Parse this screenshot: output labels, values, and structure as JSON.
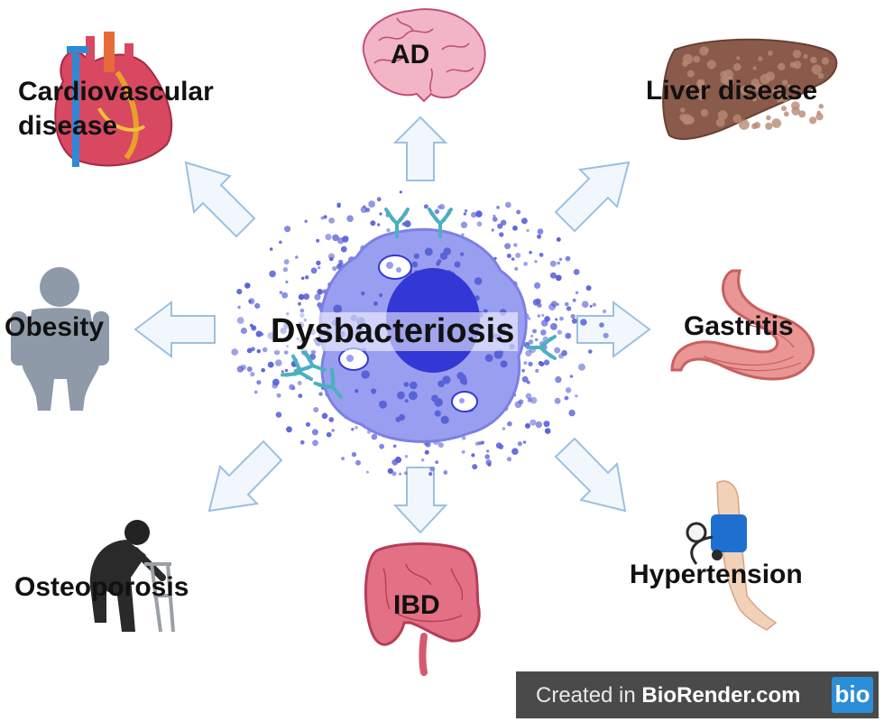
{
  "center": {
    "label": "Dysbacteriosis"
  },
  "outcomes": {
    "ad": "AD",
    "liver": "Liver disease",
    "cardio_line1": "Cardiovascular",
    "cardio_line2": "disease",
    "obesity": "Obesity",
    "gastritis": "Gastritis",
    "osteoporosis": "Osteoporosis",
    "ibd": "IBD",
    "hypertension": "Hypertension"
  },
  "footer": {
    "created": "Created in ",
    "brand": "BioRender.com",
    "logo": "bio"
  },
  "colors": {
    "arrow_fill": "#f1f7fd",
    "arrow_stroke": "#9cc0e0",
    "cell": "#9a9ef0",
    "dots": "#5a62d8",
    "nucleus": "#3338d4",
    "antibody": "#4bb0c0"
  }
}
